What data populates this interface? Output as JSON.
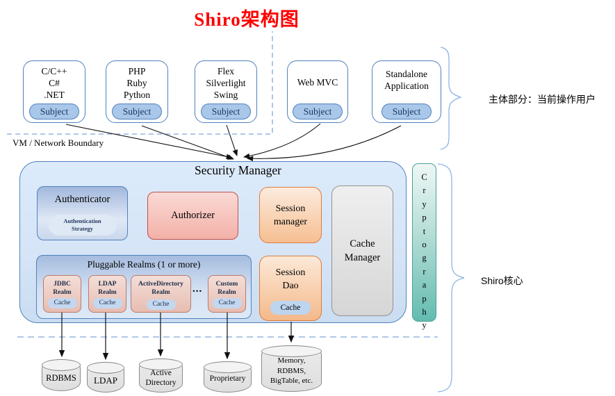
{
  "title": "Shiro架构图",
  "annotations": {
    "vm_boundary": "VM / Network Boundary",
    "subject_brace_label": "主体部分：当前操作用户",
    "core_brace_label": "Shiro核心"
  },
  "clients": [
    {
      "label": "C/C++\nC#\n.NET",
      "subject": "Subject"
    },
    {
      "label": "PHP\nRuby\nPython",
      "subject": "Subject"
    },
    {
      "label": "Flex\nSilverlight\nSwing",
      "subject": "Subject"
    },
    {
      "label": "Web MVC",
      "subject": "Subject"
    },
    {
      "label": "Standalone\nApplication",
      "subject": "Subject"
    }
  ],
  "security_manager": {
    "title": "Security Manager",
    "authenticator": {
      "label": "Authenticator",
      "strategy": "Authentication\nStrategy"
    },
    "authorizer": {
      "label": "Authorizer"
    },
    "session_manager": {
      "label": "Session\nmanager"
    },
    "cache_manager": {
      "label": "Cache\nManager"
    },
    "pluggable_realms": {
      "title": "Pluggable Realms (1 or more)",
      "ellipsis": "...",
      "realms": [
        {
          "label": "JDBC\nRealm",
          "cache": "Cache"
        },
        {
          "label": "LDAP\nRealm",
          "cache": "Cache"
        },
        {
          "label": "ActiveDirectory\nRealm",
          "cache": "Cache"
        },
        {
          "label": "Custom\nRealm",
          "cache": "Cache"
        }
      ]
    },
    "session_dao": {
      "label": "Session\nDao",
      "cache": "Cache"
    },
    "cryptography": {
      "label": "Cryptography"
    }
  },
  "datastores": [
    {
      "label": "RDBMS"
    },
    {
      "label": "LDAP"
    },
    {
      "label": "Active\nDirectory"
    },
    {
      "label": "Proprietary"
    },
    {
      "label": "Memory,\nRDBMS,\nBigTable, etc."
    }
  ],
  "colors": {
    "title_red": "#fe0000",
    "box_blue_border": "#4f81bd",
    "subject_pill_fill": "#a9c7e9",
    "security_manager_fill": "#d5e4f6",
    "dashed_boundary": "#7da7d9",
    "authorizer_border": "#c0504d",
    "session_border": "#df7b39",
    "realm_border": "#b97a6e",
    "cryptography_teal": "#63bcb0",
    "cylinder_gray": "#e6e6e6",
    "arrow_black": "#1a1a1a"
  }
}
